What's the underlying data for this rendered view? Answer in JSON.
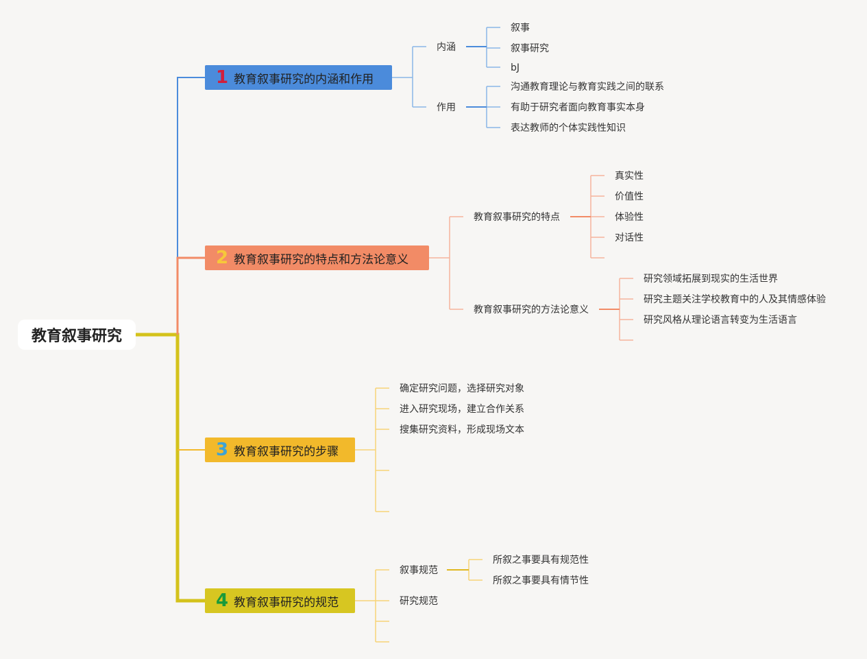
{
  "root": "教育叙事研究",
  "branches": [
    {
      "num": "1",
      "label": "教育叙事研究的内涵和作用",
      "color": "#4b8bdb"
    },
    {
      "num": "2",
      "label": "教育叙事研究的特点和方法论意义",
      "color": "#f28b66"
    },
    {
      "num": "3",
      "label": "教育叙事研究的步骤",
      "color": "#f2b92b"
    },
    {
      "num": "4",
      "label": "教育叙事研究的规范",
      "color": "#d7c621"
    }
  ],
  "b1": {
    "neihan": {
      "label": "内涵",
      "children": [
        "叙事",
        "叙事研究",
        "bJ"
      ]
    },
    "zuoyong": {
      "label": "作用",
      "children": [
        "沟通教育理论与教育实践之间的联系",
        "有助于研究者面向教育事实本身",
        "表达教师的个体实践性知识"
      ]
    }
  },
  "b2": {
    "tedian": {
      "label": "教育叙事研究的特点",
      "children": [
        "真实性",
        "价值性",
        "体验性",
        "对话性"
      ]
    },
    "fangfa": {
      "label": "教育叙事研究的方法论意义",
      "children": [
        "研究领域拓展到现实的生活世界",
        "研究主题关注学校教育中的人及其情感体验",
        "研究风格从理论语言转变为生活语言"
      ]
    }
  },
  "b3": {
    "children": [
      "确定研究问题，选择研究对象",
      "进入研究现场，建立合作关系",
      "搜集研究资料，形成现场文本"
    ]
  },
  "b4": {
    "xushi": {
      "label": "叙事规范",
      "children": [
        "所叙之事要具有规范性",
        "所叙之事要具有情节性"
      ]
    },
    "yanjiu": {
      "label": "研究规范"
    }
  }
}
